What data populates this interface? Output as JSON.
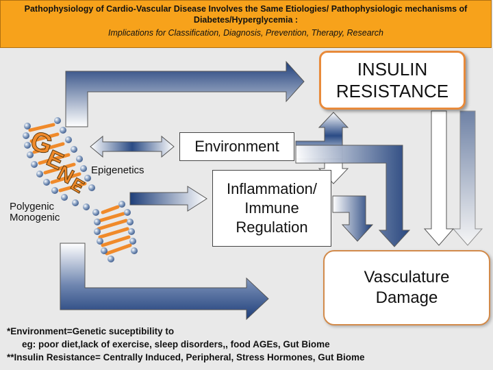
{
  "header": {
    "title": "Pathophysiology of Cardio-Vascular Disease Involves the Same Etiologies/ Pathophysiologic mechanisms of Diabetes/Hyperglycemia :",
    "subtitle": "Implications for Classification, Diagnosis, Prevention, Therapy, Research",
    "background_color": "#f7a21b"
  },
  "gene": {
    "letters": [
      "G",
      "E",
      "N",
      "E"
    ],
    "stripe_color": "#f08a2a",
    "bead_color": "#8aa2c4"
  },
  "labels": {
    "epigenetics": "Epigenetics",
    "polygenic": "Polygenic",
    "monogenic": "Monogenic"
  },
  "boxes": {
    "insulin_line1": "INSULIN",
    "insulin_line2": "RESISTANCE",
    "environment": "Environment",
    "inflammation_line1": "Inflammation/",
    "inflammation_line2": "Immune",
    "inflammation_line3": "Regulation",
    "vasculature_line1": "Vasculature",
    "vasculature_line2": "Damage"
  },
  "footnotes": {
    "line1": "*Environment=Genetic suceptibility to",
    "line2": "eg: poor diet,lack of exercise, sleep disorders,, food AGEs, Gut Biome",
    "line3": "**Insulin Resistance= Centrally Induced, Peripheral, Stress Hormones, Gut Biome"
  },
  "colors": {
    "arrow_dark": "#1f3f7a",
    "arrow_light": "#ffffff",
    "insulin_border": "#e88a3a",
    "vasculature_border": "#d28a4a"
  }
}
